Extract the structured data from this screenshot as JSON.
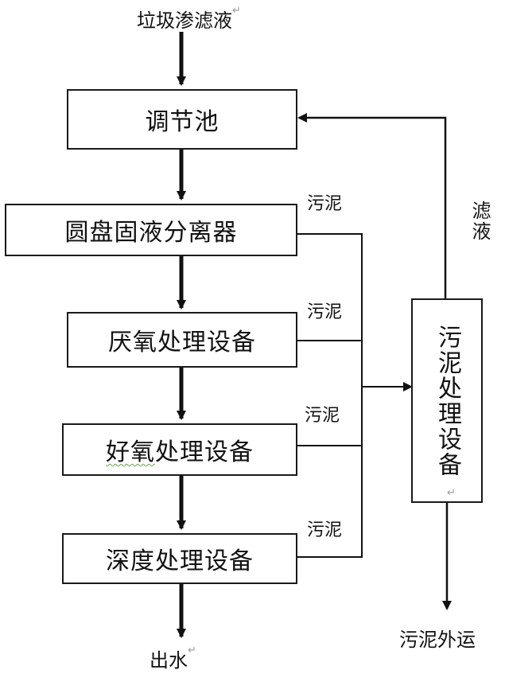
{
  "input": "垃圾渗滤液",
  "output": "出水",
  "return_mark": "↵",
  "boxes": {
    "regulating": "调节池",
    "disc_separator": "圆盘固液分离器",
    "anaerobic": "厌氧处理设备",
    "aerobic_a": "好氧",
    "aerobic_b": "处理设备",
    "advanced": "深度处理设备",
    "sludge_treatment": "污泥处理设备"
  },
  "labels": {
    "sludge": "污泥",
    "filtrate": "滤液",
    "sludge_out": "污泥外运"
  }
}
